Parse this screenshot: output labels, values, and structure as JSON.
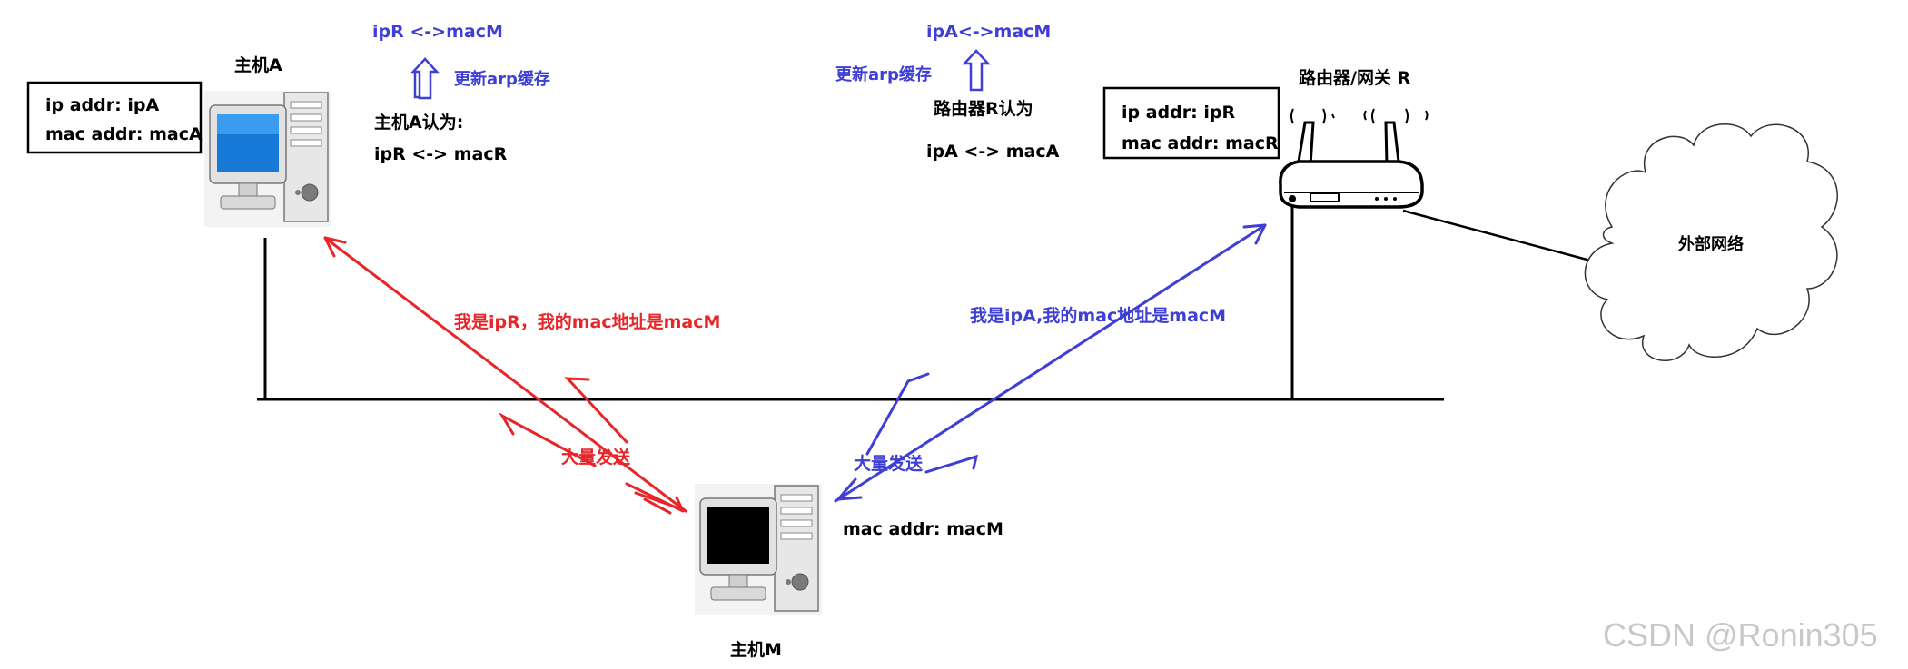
{
  "host_a": {
    "title": "主机A",
    "ip_line": "ip addr:   ipA",
    "mac_line": "mac addr:  macA",
    "belief_title": "主机A认为:",
    "belief_value": "ipR <-> macR"
  },
  "router": {
    "title": "路由器/网关 R",
    "ip_line": "ip addr:  ipR",
    "mac_line": "mac addr:  macR",
    "belief_title": "路由器R认为",
    "belief_value": "ipA <-> macA"
  },
  "host_m": {
    "title": "主机M",
    "mac_line": "mac addr:  macM"
  },
  "external_network": "外部网络",
  "left_update": {
    "mapping": "ipR <->macM",
    "note": "更新arp缓存"
  },
  "right_update": {
    "mapping": "ipA<->macM",
    "note": "更新arp缓存"
  },
  "red_message": "我是ipR，我的mac地址是macM",
  "blue_message": "我是ipA,我的mac地址是macM",
  "red_flood": "大量发送",
  "blue_flood": "大量发送",
  "watermark": "CSDN @Ronin305",
  "colors": {
    "red": "#e8262a",
    "blue": "#3f3fd6",
    "black": "#000000"
  }
}
